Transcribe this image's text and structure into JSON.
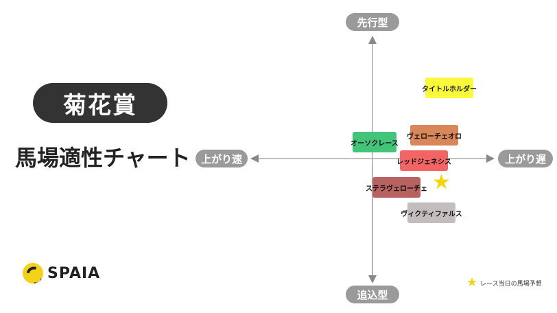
{
  "title": "菊花賞",
  "subtitle": "馬場適性チャート",
  "brand": {
    "name": "SPAIA",
    "logo_icon": "spaia-logo-icon",
    "logo_color": "#f5d21a"
  },
  "axes": {
    "top": "先行型",
    "bottom": "追込型",
    "left": "上がり速",
    "right": "上がり遅"
  },
  "horses": [
    {
      "name": "タイトルホルダー",
      "color": "#fafa3c"
    },
    {
      "name": "ヴェローチェオロ",
      "color": "#d9875a"
    },
    {
      "name": "オーソクレース",
      "color": "#44c47a"
    },
    {
      "name": "レッドジェネシス",
      "color": "#f36465"
    },
    {
      "name": "ステラヴェローチェ",
      "color": "#b86161"
    },
    {
      "name": "ヴィクティファルス",
      "color": "#c3bebd"
    }
  ],
  "prediction": {
    "icon": "star-icon",
    "color": "#f6d40a"
  },
  "legend": {
    "icon": "star-icon",
    "label": "レース当日の馬場予想"
  }
}
